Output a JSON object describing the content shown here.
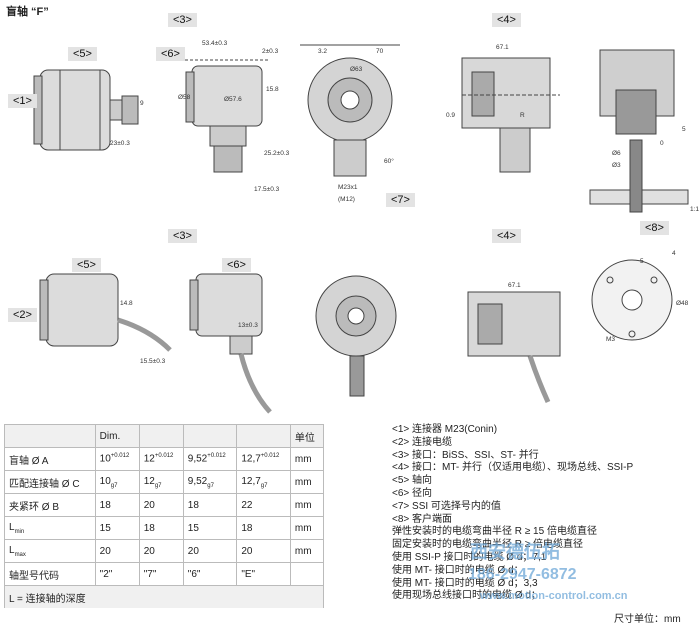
{
  "title": "盲轴 “F”",
  "tags": {
    "t1": "<1>",
    "t2": "<2>",
    "t3a": "<3>",
    "t3b": "<3>",
    "t4a": "<4>",
    "t4b": "<4>",
    "t5a": "<5>",
    "t5b": "<5>",
    "t6a": "<6>",
    "t6b": "<6>",
    "t7": "<7>",
    "t8": "<8>"
  },
  "dims": {
    "d53": "53.4±0.3",
    "d2": "2±0.3",
    "d58": "Ø58",
    "d158": "15.8",
    "d5703": "Ø57.6",
    "d25": "25.2±0.3",
    "d175": "17.5±0.3",
    "d23": "23±0.3",
    "d9": "9",
    "d70": "70",
    "d63": "Ø63",
    "d32": "3.2",
    "d60": "60°",
    "dm23": "M23x1",
    "dm12": "(M12)",
    "d6712": "67.1",
    "dr": "R",
    "d6": "Ø6",
    "d63s": "Ø3",
    "d0": "0",
    "d09": "0.9",
    "d05": "5",
    "d148": "14.8",
    "d155": "15.5±0.3",
    "d13": "13±0.3",
    "d6712b": "67.1",
    "dm3": "M3",
    "d48": "Ø48",
    "d11": "1:1",
    "d5": "5",
    "d4": "4"
  },
  "table": {
    "header": [
      "",
      "Dim.",
      "",
      "",
      "",
      "单位"
    ],
    "rows": [
      {
        "label": "盲轴 Ø A",
        "label_sub": "",
        "vals": [
          [
            "10",
            "+0.012",
            ""
          ],
          [
            "12",
            "+0.012",
            ""
          ],
          [
            "9,52",
            "+0.012",
            ""
          ],
          [
            "12,7",
            "+0.012",
            ""
          ]
        ],
        "unit": "mm"
      },
      {
        "label": "匹配连接轴 Ø C",
        "label_sub": "",
        "vals": [
          [
            "10",
            "",
            "g7"
          ],
          [
            "12",
            "",
            "g7"
          ],
          [
            "9,52",
            "",
            "g7"
          ],
          [
            "12,7",
            "",
            "g7"
          ]
        ],
        "unit": "mm"
      },
      {
        "label": "夹紧环 Ø B",
        "label_sub": "",
        "vals": [
          [
            "18",
            "",
            ""
          ],
          [
            "20",
            "",
            ""
          ],
          [
            "18",
            "",
            ""
          ],
          [
            "22",
            "",
            ""
          ]
        ],
        "unit": "mm"
      },
      {
        "label": "L",
        "label_sub": "min",
        "vals": [
          [
            "15",
            "",
            ""
          ],
          [
            "18",
            "",
            ""
          ],
          [
            "15",
            "",
            ""
          ],
          [
            "18",
            "",
            ""
          ]
        ],
        "unit": "mm"
      },
      {
        "label": "L",
        "label_sub": "max",
        "vals": [
          [
            "20",
            "",
            ""
          ],
          [
            "20",
            "",
            ""
          ],
          [
            "20",
            "",
            ""
          ],
          [
            "20",
            "",
            ""
          ]
        ],
        "unit": "mm"
      },
      {
        "label": "轴型号代码",
        "label_sub": "",
        "vals": [
          [
            "\"2\"",
            "",
            ""
          ],
          [
            "\"7\"",
            "",
            ""
          ],
          [
            "\"6\"",
            "",
            ""
          ],
          [
            "\"E\"",
            "",
            ""
          ]
        ],
        "unit": ""
      }
    ],
    "footer": "L = 连接轴的深度"
  },
  "legend": [
    "<1> 连接器 M23(Conin)",
    "<2> 连接电缆",
    "<3> 接口：BiSS、SSI、ST- 并行",
    "<4> 接口：MT- 并行（仅适用电缆）、现场总线、SSI-P",
    "<5> 轴向",
    "<6> 径向",
    "<7> SSI 可选择号内的值",
    "<8> 客户端面",
    "弹性安装时的电缆弯曲半径 R ≥ 15 倍电缆直径",
    "固定安装时的电缆弯曲半径 R ≥ 倍电缆直径",
    "使用 SSI-P 接口时的电缆 Ø d；7,1",
    "使用 MT- 接口时的电缆 Ø d；",
    "使用 MT- 接口时的电缆 Ø d；3,3",
    "使用现场总线接口时的电缆 Ø d；"
  ],
  "unit_note": "尺寸单位：mm",
  "watermark": {
    "brand": "西安德伍拓",
    "phone": "186-2947-6872",
    "url": "www.motion-control.com.cn"
  },
  "colors": {
    "tag_bg": "#e3e3e3",
    "line": "#444444",
    "watermark": "#6ea8d8"
  }
}
